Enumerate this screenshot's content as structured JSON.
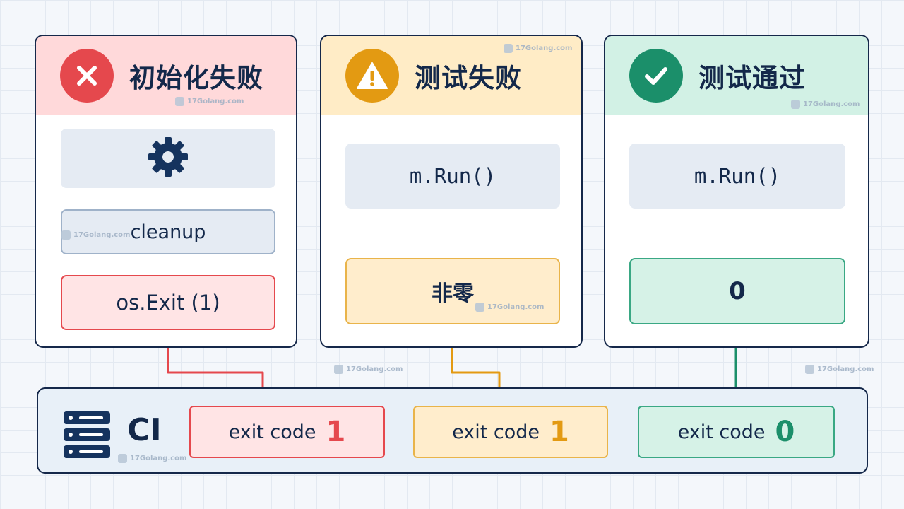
{
  "panels": {
    "init_fail": {
      "title": "初始化失败",
      "cleanup": "cleanup",
      "exit_call": "os.Exit (1)"
    },
    "test_fail": {
      "title": "测试失败",
      "run_call": "m.Run()",
      "result": "非零"
    },
    "test_pass": {
      "title": "测试通过",
      "run_call": "m.Run()",
      "result": "0"
    }
  },
  "ci": {
    "label": "CI",
    "exit_codes": [
      {
        "prefix": "exit code",
        "value": "1"
      },
      {
        "prefix": "exit code",
        "value": "1"
      },
      {
        "prefix": "exit code",
        "value": "0"
      }
    ]
  },
  "watermark": "17Golang.com",
  "colors": {
    "fail": "#e5484d",
    "fail_bg": "#ffd9da",
    "warn": "#e39a12",
    "warn_bg": "#ffecc6",
    "pass": "#1b8f6a",
    "pass_bg": "#d2f1e5",
    "ink": "#13284a"
  },
  "icons": [
    "close-icon",
    "warning-icon",
    "check-icon",
    "gear-icon",
    "server-icon"
  ]
}
